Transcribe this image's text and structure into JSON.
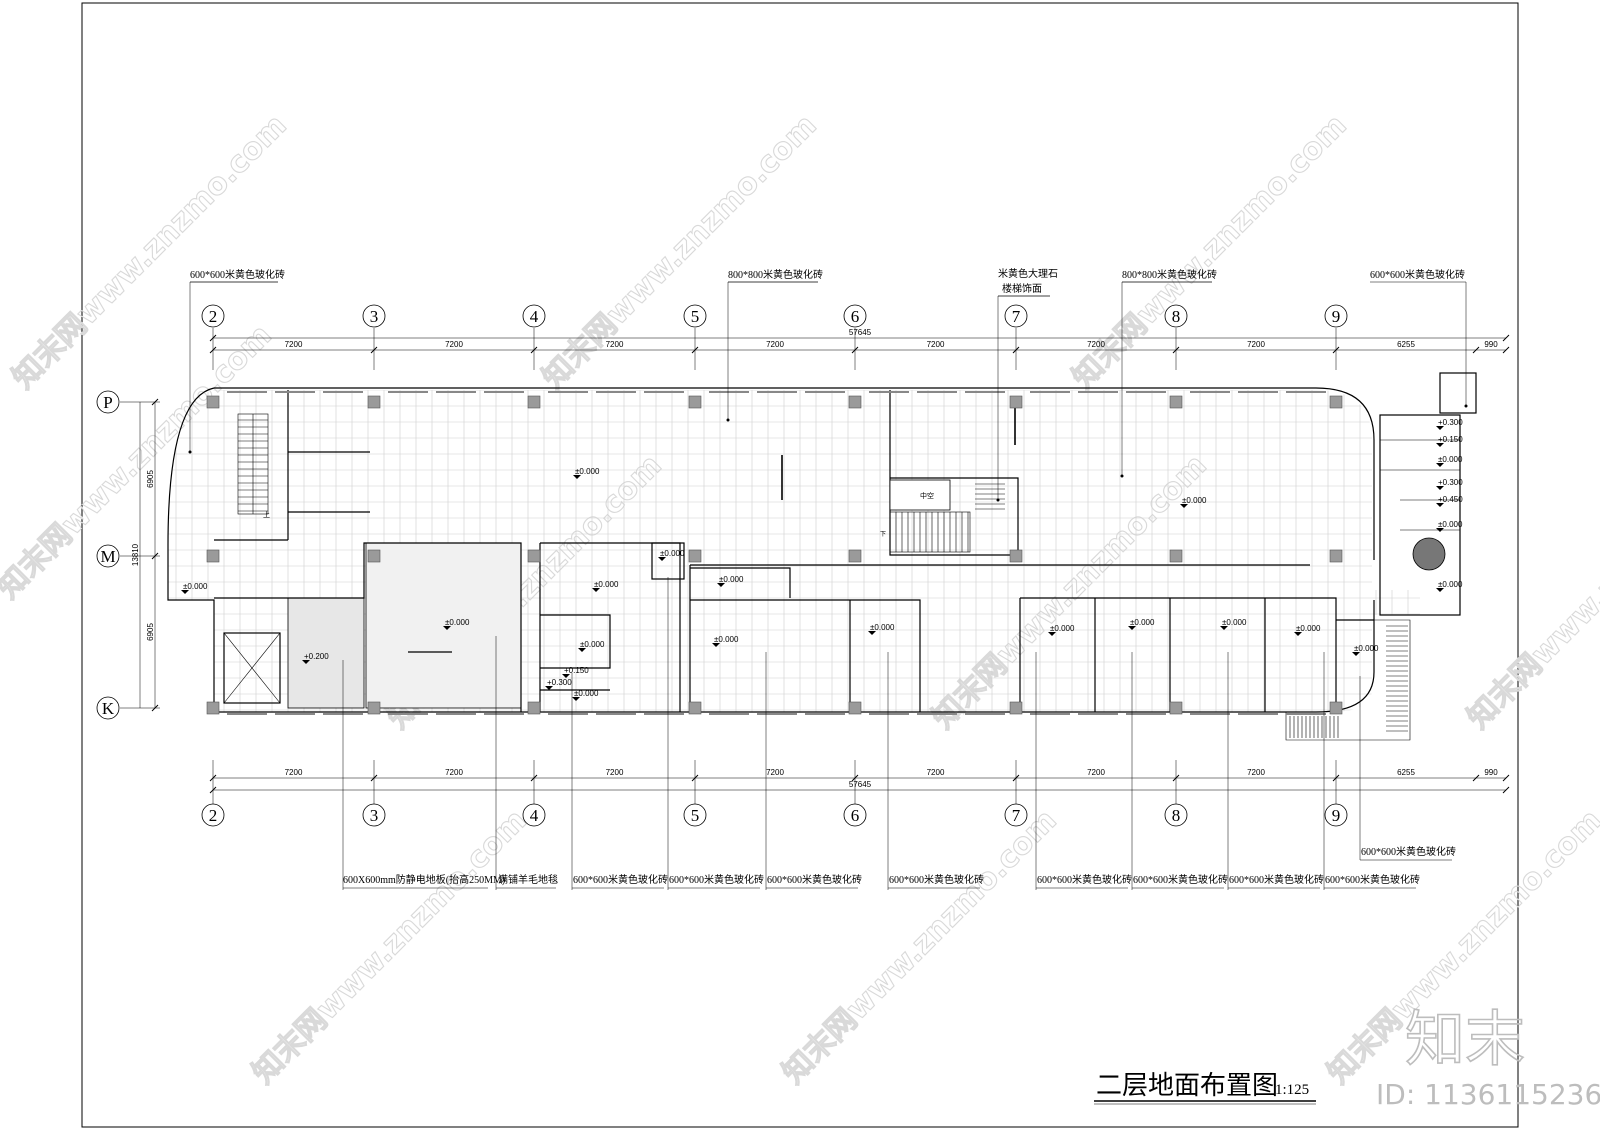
{
  "drawing": {
    "title": "二层地面布置图",
    "scale": "1:125"
  },
  "axes": {
    "columns": [
      "2",
      "3",
      "4",
      "5",
      "6",
      "7",
      "8",
      "9"
    ],
    "rows": [
      "P",
      "M",
      "K"
    ]
  },
  "dimensions": {
    "bays": [
      "7200",
      "7200",
      "7200",
      "7200",
      "7200",
      "7200",
      "7200",
      "6255",
      "990"
    ],
    "total": "57645",
    "rows": [
      "6905",
      "6905"
    ],
    "rows_total": "13810"
  },
  "top_labels": {
    "l1": "600*600米黄色玻化砖",
    "l2": "800*800米黄色玻化砖",
    "l3a": "米黄色大理石",
    "l3b": "楼梯饰面",
    "l4": "800*800米黄色玻化砖",
    "l5": "600*600米黄色玻化砖"
  },
  "bottom_labels": {
    "b1": "600X600mm防静电地板(抬高250MM)",
    "b2": "满铺羊毛地毯",
    "b3": "600*600米黄色玻化砖",
    "b4": "600*600米黄色玻化砖",
    "b5": "600*600米黄色玻化砖",
    "b6": "600*600米黄色玻化砖",
    "b7": "600*600米黄色玻化砖",
    "b8": "600*600米黄色玻化砖",
    "b9": "600*600米黄色玻化砖",
    "b10": "600*600米黄色玻化砖",
    "b11": "600*600米黄色玻化砖"
  },
  "levels": {
    "zero": "±0.000",
    "raised": "+0.200",
    "l150": "+0.150",
    "l300": "+0.300",
    "l450": "+0.450",
    "l300b": "+0.300",
    "l150b": "+0.150"
  },
  "misc": {
    "stair_up": "上",
    "stair_down": "下",
    "void": "中空"
  },
  "watermark": {
    "site": "知末网www.znzmo.com",
    "logo": "知末",
    "id": "ID: 1136115236"
  }
}
